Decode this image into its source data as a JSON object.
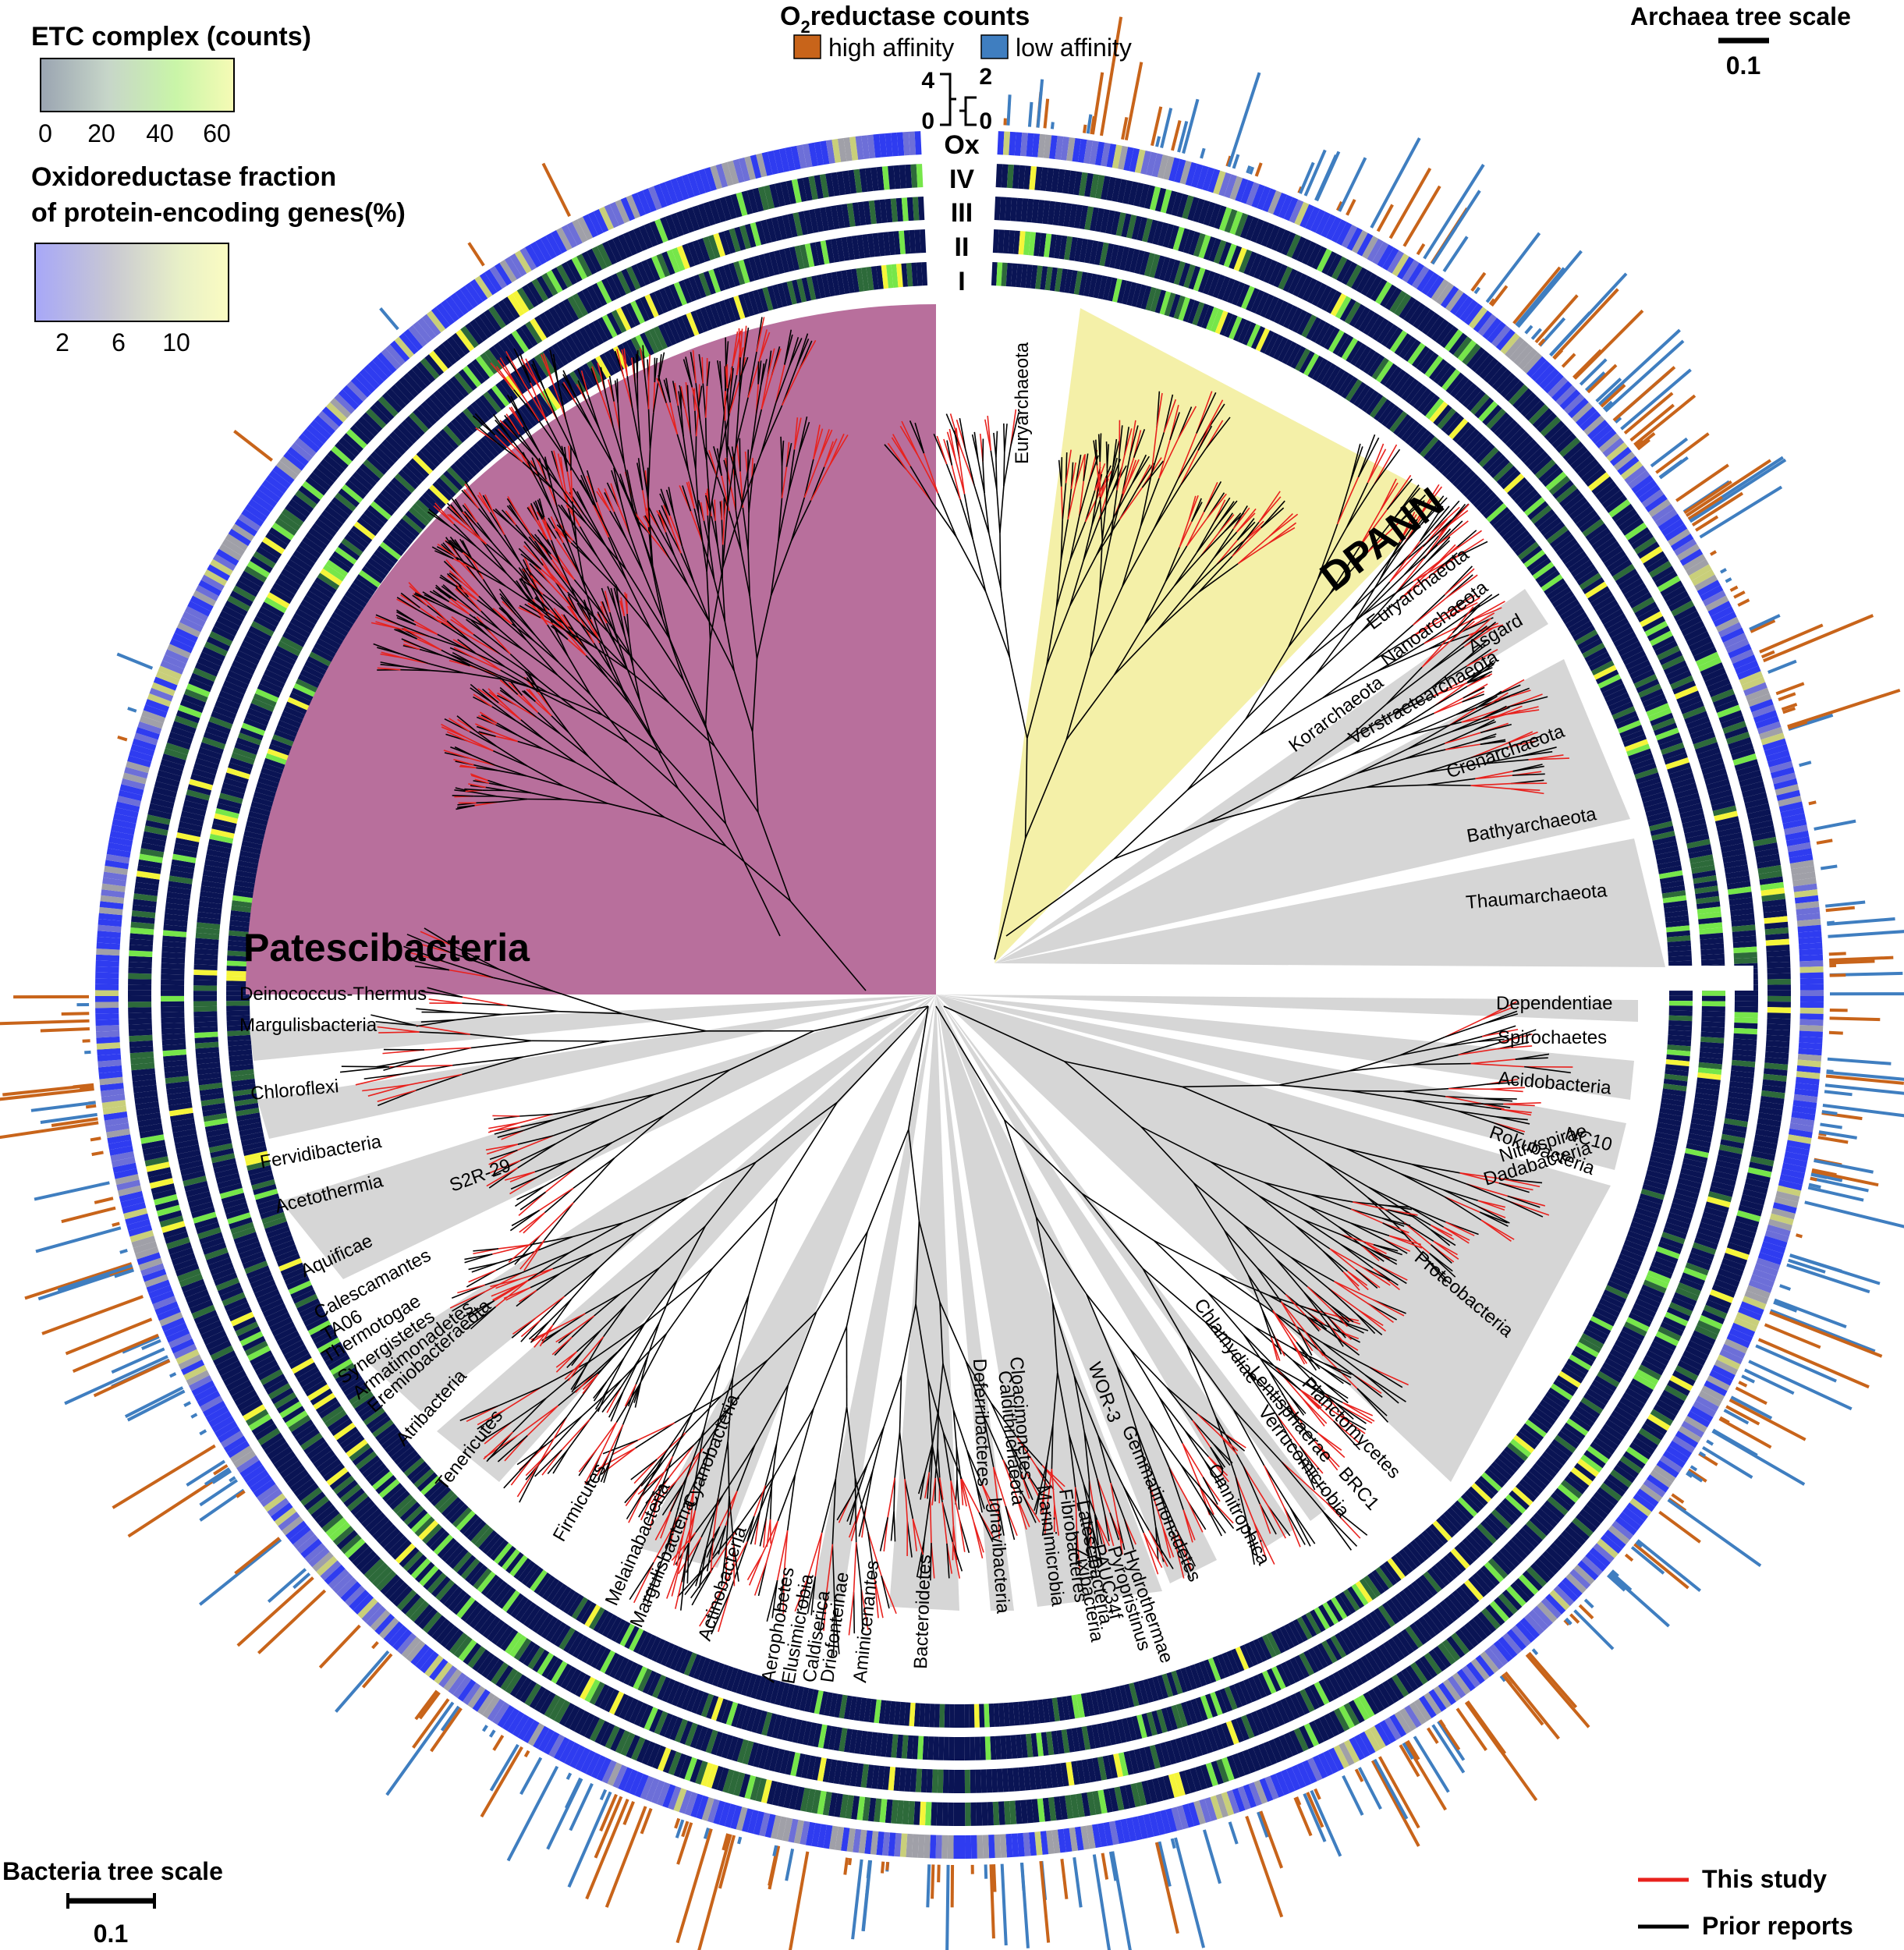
{
  "legend": {
    "etc_title": "ETC complex (counts)",
    "etc_ticks": [
      "0",
      "20",
      "40",
      "60"
    ],
    "etc_colors": [
      "#9aa4b1",
      "#dbe7d4",
      "#c9f5a8",
      "#f6fbb5"
    ],
    "oxred_title_line1": "Oxidoreductase fraction",
    "oxred_title_line2": "of protein-encoding genes(%)",
    "oxred_ticks": [
      "2",
      "6",
      "10"
    ],
    "oxred_colors": [
      "#a7a7f8",
      "#c9c9c9",
      "#e8f0c7",
      "#fbfcc2"
    ],
    "o2_title": "O",
    "o2_sub": "2",
    "o2_title_rest": "reductase counts",
    "high_affinity": "high affinity",
    "low_affinity": "low affinity",
    "high_color": "#c8641a",
    "low_color": "#3f7ec0",
    "scale_high": [
      "4",
      "0"
    ],
    "scale_low": [
      "2",
      "0"
    ],
    "archaea_scale_title": "Archaea tree scale",
    "archaea_scale_value": "0.1",
    "bacteria_scale_title": "Bacteria tree scale",
    "bacteria_scale_value": "0.1",
    "this_study": "This study",
    "prior_reports": "Prior reports",
    "this_study_color": "#e8211d",
    "prior_reports_color": "#000000"
  },
  "rings": [
    "Ox",
    "IV",
    "III",
    "II",
    "I"
  ],
  "ring_colors": {
    "base": "#0a1454",
    "green": "#76e64a",
    "yellow": "#f5f53a",
    "blue": "#2f3cf0"
  },
  "highlight_groups": [
    {
      "name": "Patescibacteria",
      "color": "#b86f9c"
    },
    {
      "name": "DPANN",
      "color": "#f3efa3"
    }
  ],
  "archaea_clades": [
    "Euryarchaeota",
    "Euryarchaeota",
    "Nanoarchaeota",
    "Korarchaeota",
    "Asgard",
    "Verstraetearchaeota",
    "Crenarchaeota",
    "Bathyarchaeota",
    "Thaumarchaeota"
  ],
  "bacteria_clades": [
    "Deinococcus-Thermus",
    "Margulisbacteria",
    "Chloroflexi",
    "Fervidibacteria",
    "Acetothermia",
    "S2R-29",
    "Aquificae",
    "Calescamantes",
    "TA06",
    "Thermotogae",
    "Synergistetes",
    "Armatimonadetes",
    "Eremiobacteraeota",
    "Atribacteria",
    "Tenericutes",
    "Firmicutes",
    "Melainabacteria",
    "Margulisbacteria",
    "Cyanobacteria",
    "Actinobacteria",
    "Aerophobetes",
    "Elusimicrobia",
    "Caldiserica",
    "Driefonteinae",
    "Aminicenantes",
    "Bacteroidetes",
    "Deferribacteres",
    "Ignavibacteria",
    "Cloacimonetes",
    "Caldithrichaeota",
    "Marinimicrobia",
    "Fibrobacteres",
    "Zixibacteria",
    "Latescibacteria",
    "PAUC34f",
    "WOR-3",
    "Pyropristinus",
    "Hydrothermae",
    "Gemmatimonadetes",
    "Omnitrophica",
    "Chlamydiae",
    "Verrucomicrobia",
    "Lentisphaerae",
    "BRC1",
    "Planctomycetes",
    "Proteobacteria",
    "Dadabacteria",
    "Nitrospirae",
    "Rokubacteria",
    "NC10",
    "Acidobacteria",
    "Spirochaetes",
    "Dependentiae"
  ]
}
